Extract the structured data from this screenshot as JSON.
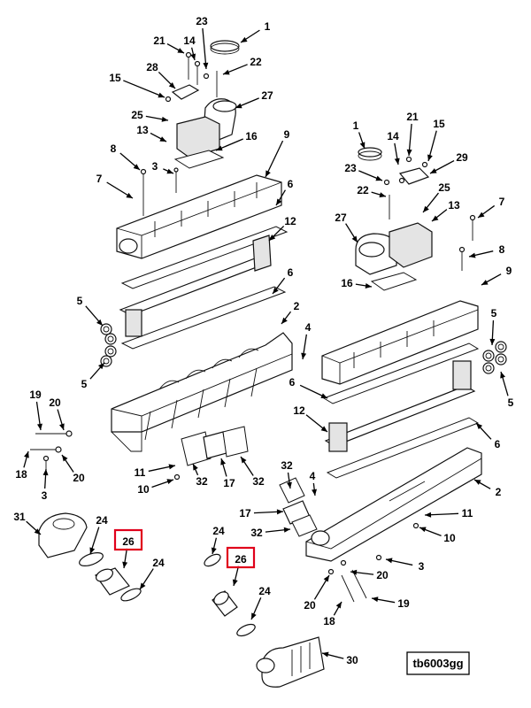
{
  "figure": {
    "reference_code": "tb6003gg",
    "highlighted_callouts": [
      "26"
    ],
    "highlight_color": "#e0001b",
    "callouts": [
      {
        "id": "1a",
        "label": "1"
      },
      {
        "id": "23a",
        "label": "23"
      },
      {
        "id": "21a",
        "label": "21"
      },
      {
        "id": "14a",
        "label": "14"
      },
      {
        "id": "22a",
        "label": "22"
      },
      {
        "id": "15a",
        "label": "15"
      },
      {
        "id": "28",
        "label": "28"
      },
      {
        "id": "27a",
        "label": "27"
      },
      {
        "id": "25a",
        "label": "25"
      },
      {
        "id": "13a",
        "label": "13"
      },
      {
        "id": "16a",
        "label": "16"
      },
      {
        "id": "9a",
        "label": "9"
      },
      {
        "id": "8a",
        "label": "8"
      },
      {
        "id": "3a",
        "label": "3"
      },
      {
        "id": "7a",
        "label": "7"
      },
      {
        "id": "6a",
        "label": "6"
      },
      {
        "id": "12a",
        "label": "12"
      },
      {
        "id": "6b",
        "label": "6"
      },
      {
        "id": "5a",
        "label": "5"
      },
      {
        "id": "5b",
        "label": "5"
      },
      {
        "id": "2a",
        "label": "2"
      },
      {
        "id": "4a",
        "label": "4"
      },
      {
        "id": "19a",
        "label": "19"
      },
      {
        "id": "20a",
        "label": "20"
      },
      {
        "id": "18a",
        "label": "18"
      },
      {
        "id": "20b",
        "label": "20"
      },
      {
        "id": "3b",
        "label": "3"
      },
      {
        "id": "11a",
        "label": "11"
      },
      {
        "id": "10a",
        "label": "10"
      },
      {
        "id": "32a",
        "label": "32"
      },
      {
        "id": "17a",
        "label": "17"
      },
      {
        "id": "32b",
        "label": "32"
      },
      {
        "id": "31",
        "label": "31"
      },
      {
        "id": "24a",
        "label": "24"
      },
      {
        "id": "26a",
        "label": "26"
      },
      {
        "id": "24b",
        "label": "24"
      },
      {
        "id": "1b",
        "label": "1"
      },
      {
        "id": "21b",
        "label": "21"
      },
      {
        "id": "15b",
        "label": "15"
      },
      {
        "id": "14b",
        "label": "14"
      },
      {
        "id": "23b",
        "label": "23"
      },
      {
        "id": "29",
        "label": "29"
      },
      {
        "id": "22b",
        "label": "22"
      },
      {
        "id": "25b",
        "label": "25"
      },
      {
        "id": "7b",
        "label": "7"
      },
      {
        "id": "27b",
        "label": "27"
      },
      {
        "id": "13b",
        "label": "13"
      },
      {
        "id": "8b",
        "label": "8"
      },
      {
        "id": "16b",
        "label": "16"
      },
      {
        "id": "9b",
        "label": "9"
      },
      {
        "id": "5c",
        "label": "5"
      },
      {
        "id": "5d",
        "label": "5"
      },
      {
        "id": "6c",
        "label": "6"
      },
      {
        "id": "12b",
        "label": "12"
      },
      {
        "id": "6d",
        "label": "6"
      },
      {
        "id": "32c",
        "label": "32"
      },
      {
        "id": "4b",
        "label": "4"
      },
      {
        "id": "2b",
        "label": "2"
      },
      {
        "id": "17b",
        "label": "17"
      },
      {
        "id": "11b",
        "label": "11"
      },
      {
        "id": "32d",
        "label": "32"
      },
      {
        "id": "10b",
        "label": "10"
      },
      {
        "id": "3c",
        "label": "3"
      },
      {
        "id": "20c",
        "label": "20"
      },
      {
        "id": "20d",
        "label": "20"
      },
      {
        "id": "19b",
        "label": "19"
      },
      {
        "id": "18b",
        "label": "18"
      },
      {
        "id": "24c",
        "label": "24"
      },
      {
        "id": "26b",
        "label": "26"
      },
      {
        "id": "24d",
        "label": "24"
      },
      {
        "id": "30",
        "label": "30"
      }
    ]
  }
}
